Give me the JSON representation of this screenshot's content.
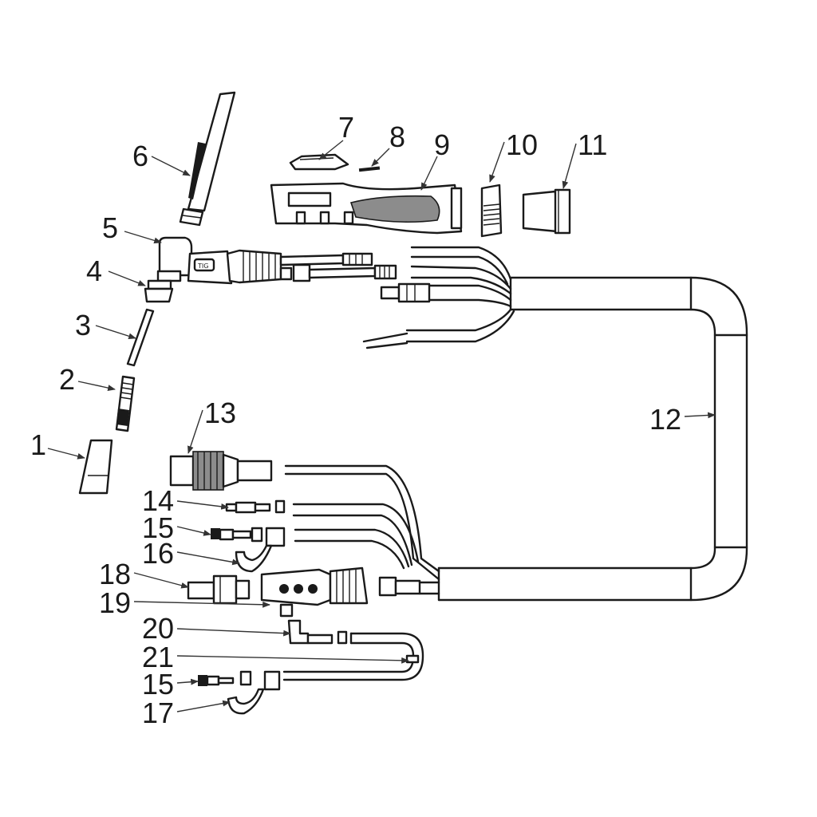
{
  "labels": {
    "p1": "1",
    "p2": "2",
    "p3": "3",
    "p4": "4",
    "p5": "5",
    "p6": "6",
    "p7": "7",
    "p8": "8",
    "p9": "9",
    "p10": "10",
    "p11": "11",
    "p12": "12",
    "p13": "13",
    "p14": "14",
    "p15a": "15",
    "p16": "16",
    "p17": "17",
    "p18": "18",
    "p19": "19",
    "p20": "20",
    "p21": "21",
    "p15b": "15"
  }
}
